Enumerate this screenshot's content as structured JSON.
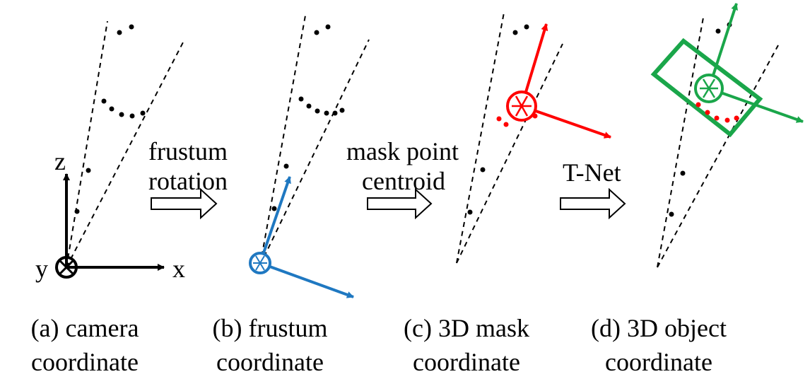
{
  "colors": {
    "black": "#000000",
    "blue": "#1f78c1",
    "red": "#ff0000",
    "green": "#1aa64a"
  },
  "axes": {
    "z": "z",
    "y": "y",
    "x": "x"
  },
  "steps": [
    {
      "line1": "frustum",
      "line2": "rotation"
    },
    {
      "line1": "mask point",
      "line2": "centroid"
    },
    {
      "line1": "T-Net",
      "line2": ""
    }
  ],
  "captions": [
    {
      "line1": "(a) camera",
      "line2": "coordinate"
    },
    {
      "line1": "(b) frustum",
      "line2": "coordinate"
    },
    {
      "line1": "(c) 3D mask",
      "line2": "coordinate"
    },
    {
      "line1": "(d) 3D object",
      "line2": "coordinate"
    }
  ],
  "icons": {
    "arrow": "hollow-block-arrow-icon",
    "axis_origin": "circle-cross-icon"
  }
}
